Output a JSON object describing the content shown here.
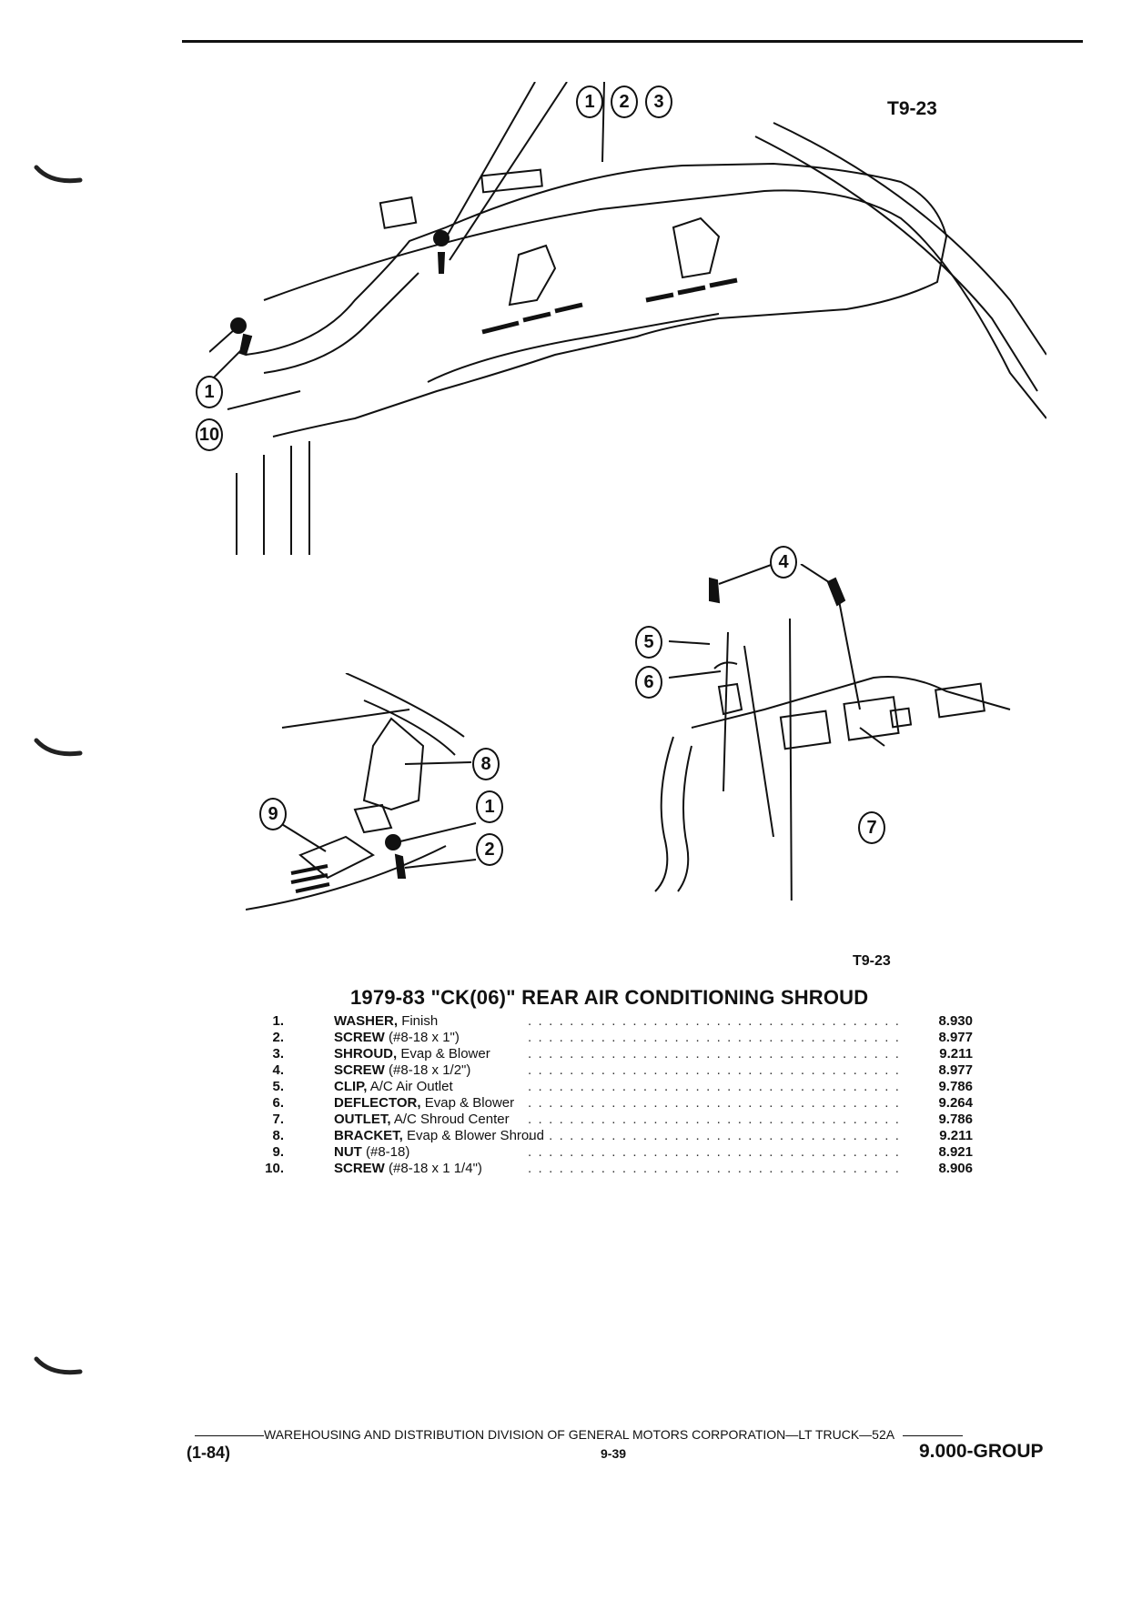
{
  "figure_tag_top": "T9-23",
  "figure_tag_bottom": "T9-23",
  "callouts": {
    "c1": "1",
    "c2": "2",
    "c3": "3",
    "c4": "4",
    "c5": "5",
    "c6": "6",
    "c7": "7",
    "c8": "8",
    "c9": "9",
    "c10": "10"
  },
  "title": "1979-83 \"CK(06)\" REAR AIR CONDITIONING SHROUD",
  "parts": [
    {
      "num": "1.",
      "name": "WASHER,",
      "desc": "Finish",
      "ref": "8.930"
    },
    {
      "num": "2.",
      "name": "SCREW",
      "desc": "(#8-18 x 1\")",
      "ref": "8.977"
    },
    {
      "num": "3.",
      "name": "SHROUD,",
      "desc": "Evap & Blower",
      "ref": "9.211"
    },
    {
      "num": "4.",
      "name": "SCREW",
      "desc": "(#8-18 x 1/2\")",
      "ref": "8.977"
    },
    {
      "num": "5.",
      "name": "CLIP,",
      "desc": "A/C Air Outlet",
      "ref": "9.786"
    },
    {
      "num": "6.",
      "name": "DEFLECTOR,",
      "desc": "Evap & Blower",
      "ref": "9.264"
    },
    {
      "num": "7.",
      "name": "OUTLET,",
      "desc": "A/C Shroud Center",
      "ref": "9.786"
    },
    {
      "num": "8.",
      "name": "BRACKET,",
      "desc": "Evap & Blower Shroud",
      "ref": "9.211"
    },
    {
      "num": "9.",
      "name": "NUT",
      "desc": "(#8-18)",
      "ref": "8.921"
    },
    {
      "num": "10.",
      "name": "SCREW",
      "desc": "(#8-18 x 1 1/4\")",
      "ref": "8.906"
    }
  ],
  "footer": {
    "line": "WAREHOUSING AND DISTRIBUTION  DIVISION OF GENERAL MOTORS CORPORATION—LT TRUCK—52A",
    "date": "(1-84)",
    "page": "9-39",
    "group": "9.000-GROUP"
  }
}
